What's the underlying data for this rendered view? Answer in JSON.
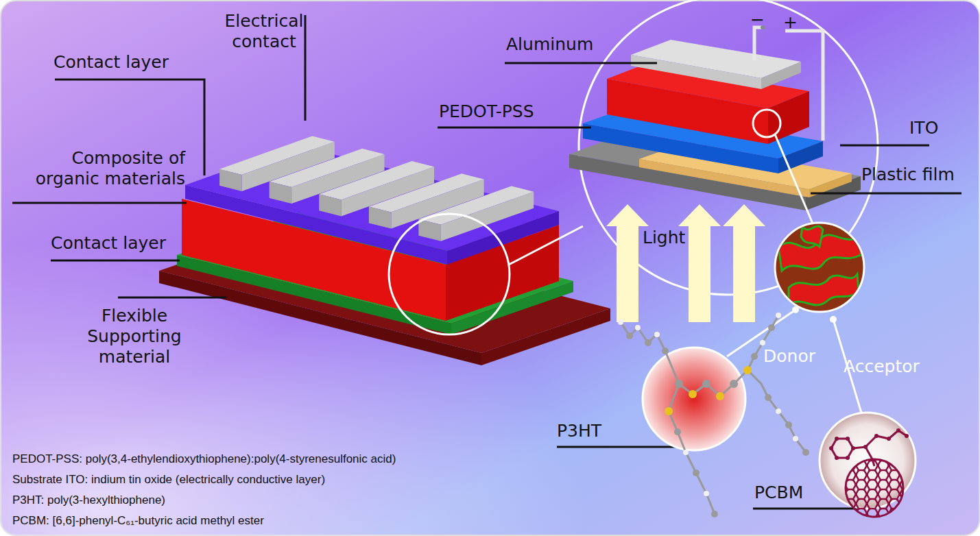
{
  "diagram": {
    "labels": [
      "Electrical contact",
      "Contact layer",
      "Composite of organic materials",
      "Contact layer",
      "Flexible Supporting material",
      "Aluminum",
      "−",
      "+",
      "PEDOT-PSS",
      "ITO",
      "Plastic film",
      "Light",
      "Donor",
      "Acceptor",
      "P3HT",
      "PCBM",
      "PEDOT-PSS: poly(3,4-ethylendioxythiophene):poly(4-styrenesulfonic acid)",
      "Substrate ITO: indium tin oxide (electrically conductive layer)",
      "P3HT: poly(3-hexylthiophene)",
      "PCBM: [6,6]-phenyl-C₆₁-butyric acid methyl ester"
    ]
  }
}
